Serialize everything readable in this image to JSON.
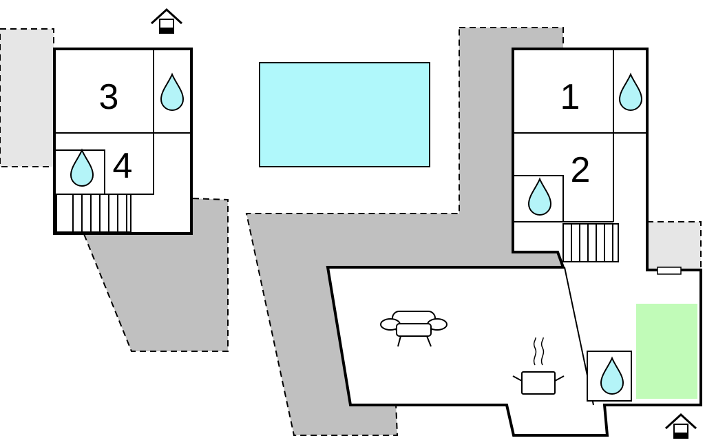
{
  "rooms": {
    "room_1": "1",
    "room_2": "2",
    "room_3": "3",
    "room_4": "4"
  },
  "colors": {
    "pool": "#b0f8fb",
    "terrace": "#c0c0c0",
    "terrace_light": "#e6e6e6",
    "lawn": "#c1fbb8",
    "water_drop": "#b4f4f8",
    "wall": "#000000"
  },
  "icons": {
    "entrance_top": "house-entrance-icon",
    "entrance_bottom": "house-entrance-icon",
    "bathrooms": "water-drop-icon",
    "sofa": "sofa-icon",
    "kitchen": "cooking-pot-icon",
    "stairs": "stairs-icon"
  }
}
